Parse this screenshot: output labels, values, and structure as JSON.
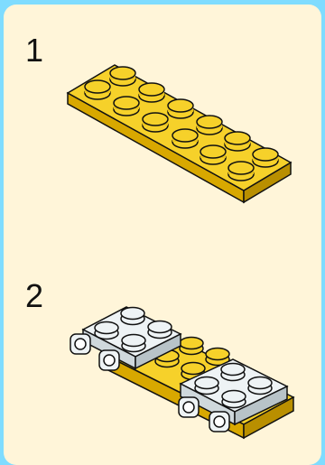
{
  "steps": [
    {
      "number": "1",
      "image": "yellow-2x6-plate"
    },
    {
      "number": "2",
      "image": "chassis-assembly"
    }
  ],
  "colors": {
    "background": "#7fdcff",
    "panel": "#fff5d9",
    "brick_yellow": "#f6d12a",
    "brick_yellow_dark": "#d8a800",
    "brick_white": "#eef3f5",
    "outline": "#111111"
  }
}
